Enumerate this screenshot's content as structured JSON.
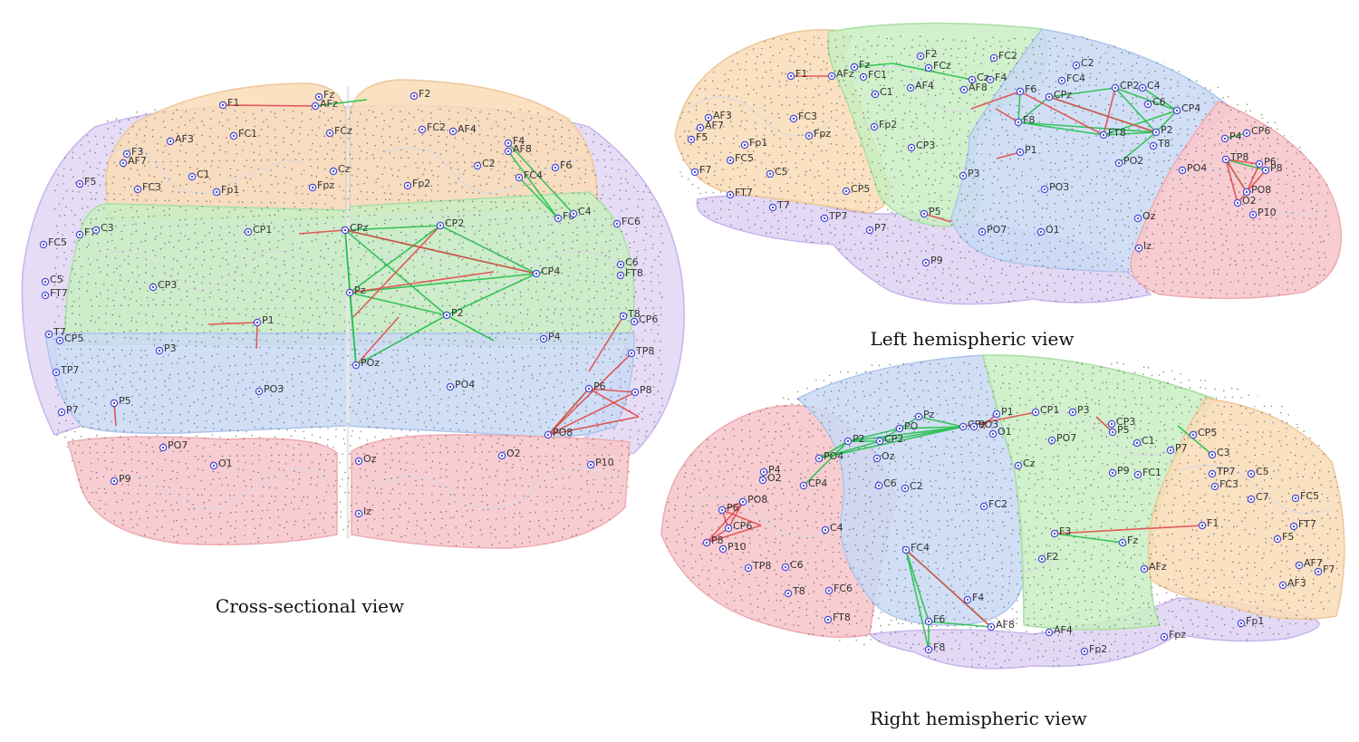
{
  "captions": {
    "cross": "Cross-sectional view",
    "left": "Left hemispheric view",
    "right": "Right hemispheric view"
  },
  "colors": {
    "frontal": "#f9dcb6",
    "central": "#c8efc2",
    "parietal": "#c9d9f4",
    "occipital": "#f7c8cc",
    "temporal": "#ddd0f3",
    "electrode": "#4a4ad8",
    "edge_green": "#22c04a",
    "edge_red": "#e24a4a"
  },
  "cross_view": {
    "electrodes": [
      {
        "id": "F1",
        "label": "F1"
      },
      {
        "id": "Fz",
        "label": "Fz"
      },
      {
        "id": "AFz",
        "label": "AFz"
      },
      {
        "id": "F2",
        "label": "F2"
      },
      {
        "id": "AF3",
        "label": "AF3"
      },
      {
        "id": "FC1",
        "label": "FC1"
      },
      {
        "id": "FCz",
        "label": "FCz"
      },
      {
        "id": "FC2",
        "label": "FC2"
      },
      {
        "id": "AF4",
        "label": "AF4"
      },
      {
        "id": "F3",
        "label": "F3"
      },
      {
        "id": "AF7",
        "label": "AF7"
      },
      {
        "id": "F4",
        "label": "F4"
      },
      {
        "id": "AF8",
        "label": "AF8"
      },
      {
        "id": "C2",
        "label": "C2"
      },
      {
        "id": "F6",
        "label": "F6"
      },
      {
        "id": "F5",
        "label": "F5"
      },
      {
        "id": "C1",
        "label": "C1"
      },
      {
        "id": "Cz",
        "label": "Cz"
      },
      {
        "id": "FC3",
        "label": "FC3"
      },
      {
        "id": "Fp1",
        "label": "Fp1"
      },
      {
        "id": "Fpz",
        "label": "Fpz"
      },
      {
        "id": "Fp2",
        "label": "Fp2"
      },
      {
        "id": "FC4",
        "label": "FC4"
      },
      {
        "id": "F8",
        "label": "F8"
      },
      {
        "id": "C4",
        "label": "C4"
      },
      {
        "id": "F7",
        "label": "F7"
      },
      {
        "id": "C3",
        "label": "C3"
      },
      {
        "id": "CP1",
        "label": "CP1"
      },
      {
        "id": "CPz",
        "label": "CPz"
      },
      {
        "id": "CP2",
        "label": "CP2"
      },
      {
        "id": "FC6",
        "label": "FC6"
      },
      {
        "id": "FC5",
        "label": "FC5"
      },
      {
        "id": "C6",
        "label": "C6"
      },
      {
        "id": "FT8",
        "label": "FT8"
      },
      {
        "id": "CP4",
        "label": "CP4"
      },
      {
        "id": "C5",
        "label": "C5"
      },
      {
        "id": "FT7",
        "label": "FT7"
      },
      {
        "id": "CP3",
        "label": "CP3"
      },
      {
        "id": "Pz",
        "label": "Pz"
      },
      {
        "id": "P2",
        "label": "P2"
      },
      {
        "id": "T8",
        "label": "T8"
      },
      {
        "id": "CP6",
        "label": "CP6"
      },
      {
        "id": "P1",
        "label": "P1"
      },
      {
        "id": "T7",
        "label": "T7"
      },
      {
        "id": "CP5",
        "label": "CP5"
      },
      {
        "id": "P4",
        "label": "P4"
      },
      {
        "id": "P3",
        "label": "P3"
      },
      {
        "id": "TP8",
        "label": "TP8"
      },
      {
        "id": "TP7",
        "label": "TP7"
      },
      {
        "id": "POz",
        "label": "POz"
      },
      {
        "id": "PO3",
        "label": "PO3"
      },
      {
        "id": "PO4",
        "label": "PO4"
      },
      {
        "id": "P6",
        "label": "P6"
      },
      {
        "id": "P8",
        "label": "P8"
      },
      {
        "id": "P5",
        "label": "P5"
      },
      {
        "id": "P7",
        "label": "P7"
      },
      {
        "id": "PO8",
        "label": "PO8"
      },
      {
        "id": "PO7",
        "label": "PO7"
      },
      {
        "id": "O1",
        "label": "O1"
      },
      {
        "id": "Oz",
        "label": "Oz"
      },
      {
        "id": "O2",
        "label": "O2"
      },
      {
        "id": "P10",
        "label": "P10"
      },
      {
        "id": "P9",
        "label": "P9"
      },
      {
        "id": "Iz",
        "label": "Iz"
      }
    ]
  },
  "left_view": {
    "electrodes": [
      {
        "id": "F1",
        "label": "F1"
      },
      {
        "id": "AFz",
        "label": "AFz"
      },
      {
        "id": "Fz",
        "label": "Fz"
      },
      {
        "id": "FC1",
        "label": "FC1"
      },
      {
        "id": "F2",
        "label": "F2"
      },
      {
        "id": "FCz",
        "label": "FCz"
      },
      {
        "id": "FC2",
        "label": "FC2"
      },
      {
        "id": "C2",
        "label": "C2"
      },
      {
        "id": "Cz",
        "label": "Cz"
      },
      {
        "id": "F4",
        "label": "F4"
      },
      {
        "id": "FC4",
        "label": "FC4"
      },
      {
        "id": "C1",
        "label": "C1"
      },
      {
        "id": "AF4",
        "label": "AF4"
      },
      {
        "id": "AF8",
        "label": "AF8"
      },
      {
        "id": "F6",
        "label": "F6"
      },
      {
        "id": "CPz",
        "label": "CPz"
      },
      {
        "id": "CP2",
        "label": "CP2"
      },
      {
        "id": "C4",
        "label": "C4"
      },
      {
        "id": "AF3",
        "label": "AF3"
      },
      {
        "id": "AF7",
        "label": "AF7"
      },
      {
        "id": "FC3",
        "label": "FC3"
      },
      {
        "id": "Fpz",
        "label": "Fpz"
      },
      {
        "id": "Fp2",
        "label": "Fp2"
      },
      {
        "id": "F8",
        "label": "F8"
      },
      {
        "id": "C6",
        "label": "C6"
      },
      {
        "id": "CP4",
        "label": "CP4"
      },
      {
        "id": "F5",
        "label": "F5"
      },
      {
        "id": "Fp1",
        "label": "Fp1"
      },
      {
        "id": "FT8",
        "label": "FT8"
      },
      {
        "id": "P2",
        "label": "P2"
      },
      {
        "id": "P4",
        "label": "P4"
      },
      {
        "id": "CP6",
        "label": "CP6"
      },
      {
        "id": "FC5",
        "label": "FC5"
      },
      {
        "id": "CP3",
        "label": "CP3"
      },
      {
        "id": "P1",
        "label": "P1"
      },
      {
        "id": "PO2",
        "label": "PO2"
      },
      {
        "id": "T8",
        "label": "T8"
      },
      {
        "id": "TP8",
        "label": "TP8"
      },
      {
        "id": "P6",
        "label": "P6"
      },
      {
        "id": "P8",
        "label": "P8"
      },
      {
        "id": "F7",
        "label": "F7"
      },
      {
        "id": "C5",
        "label": "C5"
      },
      {
        "id": "P3",
        "label": "P3"
      },
      {
        "id": "PO4",
        "label": "PO4"
      },
      {
        "id": "FT7",
        "label": "FT7"
      },
      {
        "id": "CP5",
        "label": "CP5"
      },
      {
        "id": "PO3",
        "label": "PO3"
      },
      {
        "id": "PO8",
        "label": "PO8"
      },
      {
        "id": "T7",
        "label": "T7"
      },
      {
        "id": "O2",
        "label": "O2"
      },
      {
        "id": "TP7",
        "label": "TP7"
      },
      {
        "id": "P5",
        "label": "P5"
      },
      {
        "id": "Oz",
        "label": "Oz"
      },
      {
        "id": "P10",
        "label": "P10"
      },
      {
        "id": "P7",
        "label": "P7"
      },
      {
        "id": "PO7",
        "label": "PO7"
      },
      {
        "id": "O1",
        "label": "O1"
      },
      {
        "id": "Iz",
        "label": "Iz"
      },
      {
        "id": "P9",
        "label": "P9"
      }
    ]
  },
  "right_view": {
    "electrodes": [
      {
        "id": "Pz",
        "label": "Pz"
      },
      {
        "id": "P1",
        "label": "P1"
      },
      {
        "id": "CP1",
        "label": "CP1"
      },
      {
        "id": "P3",
        "label": "P3"
      },
      {
        "id": "PO",
        "label": "PO"
      },
      {
        "id": "CPz",
        "label": "CPz"
      },
      {
        "id": "PO3",
        "label": "PO3"
      },
      {
        "id": "CP3",
        "label": "CP3"
      },
      {
        "id": "O1",
        "label": "O1"
      },
      {
        "id": "PO7",
        "label": "PO7"
      },
      {
        "id": "P5",
        "label": "P5"
      },
      {
        "id": "CP5",
        "label": "CP5"
      },
      {
        "id": "P2",
        "label": "P2"
      },
      {
        "id": "CP2",
        "label": "CP2"
      },
      {
        "id": "C1",
        "label": "C1"
      },
      {
        "id": "P7",
        "label": "P7"
      },
      {
        "id": "PO4",
        "label": "PO4"
      },
      {
        "id": "Oz",
        "label": "Oz"
      },
      {
        "id": "C3",
        "label": "C3"
      },
      {
        "id": "Cz",
        "label": "Cz"
      },
      {
        "id": "P9",
        "label": "P9"
      },
      {
        "id": "FC1",
        "label": "FC1"
      },
      {
        "id": "TP7",
        "label": "TP7"
      },
      {
        "id": "C5",
        "label": "C5"
      },
      {
        "id": "P4",
        "label": "P4"
      },
      {
        "id": "O2",
        "label": "O2"
      },
      {
        "id": "CP4",
        "label": "CP4"
      },
      {
        "id": "C2",
        "label": "C2"
      },
      {
        "id": "FC3",
        "label": "FC3"
      },
      {
        "id": "C7",
        "label": "C7"
      },
      {
        "id": "FC5",
        "label": "FC5"
      },
      {
        "id": "PO8",
        "label": "PO8"
      },
      {
        "id": "C6",
        "label": "C6"
      },
      {
        "id": "P6",
        "label": "P6"
      },
      {
        "id": "FC2",
        "label": "FC2"
      },
      {
        "id": "F1",
        "label": "F1"
      },
      {
        "id": "FT7",
        "label": "FT7"
      },
      {
        "id": "CP6",
        "label": "CP6"
      },
      {
        "id": "C4",
        "label": "C4"
      },
      {
        "id": "F3",
        "label": "F3"
      },
      {
        "id": "P8",
        "label": "P8"
      },
      {
        "id": "Fz",
        "label": "Fz"
      },
      {
        "id": "F5",
        "label": "F5"
      },
      {
        "id": "P10",
        "label": "P10"
      },
      {
        "id": "FC4",
        "label": "FC4"
      },
      {
        "id": "F2",
        "label": "F2"
      },
      {
        "id": "AF7",
        "label": "AF7"
      },
      {
        "id": "TP8",
        "label": "TP8"
      },
      {
        "id": "C6b",
        "label": "C6"
      },
      {
        "id": "AFz",
        "label": "AFz"
      },
      {
        "id": "F7",
        "label": "F7"
      },
      {
        "id": "AF3",
        "label": "AF3"
      },
      {
        "id": "FC6",
        "label": "FC6"
      },
      {
        "id": "T8",
        "label": "T8"
      },
      {
        "id": "F4",
        "label": "F4"
      },
      {
        "id": "FT8",
        "label": "FT8"
      },
      {
        "id": "AF8",
        "label": "AF8"
      },
      {
        "id": "Fp1",
        "label": "Fp1"
      },
      {
        "id": "F6",
        "label": "F6"
      },
      {
        "id": "AF4",
        "label": "AF4"
      },
      {
        "id": "Fpz",
        "label": "Fpz"
      },
      {
        "id": "F8",
        "label": "F8"
      },
      {
        "id": "Fp2",
        "label": "Fp2"
      }
    ]
  }
}
